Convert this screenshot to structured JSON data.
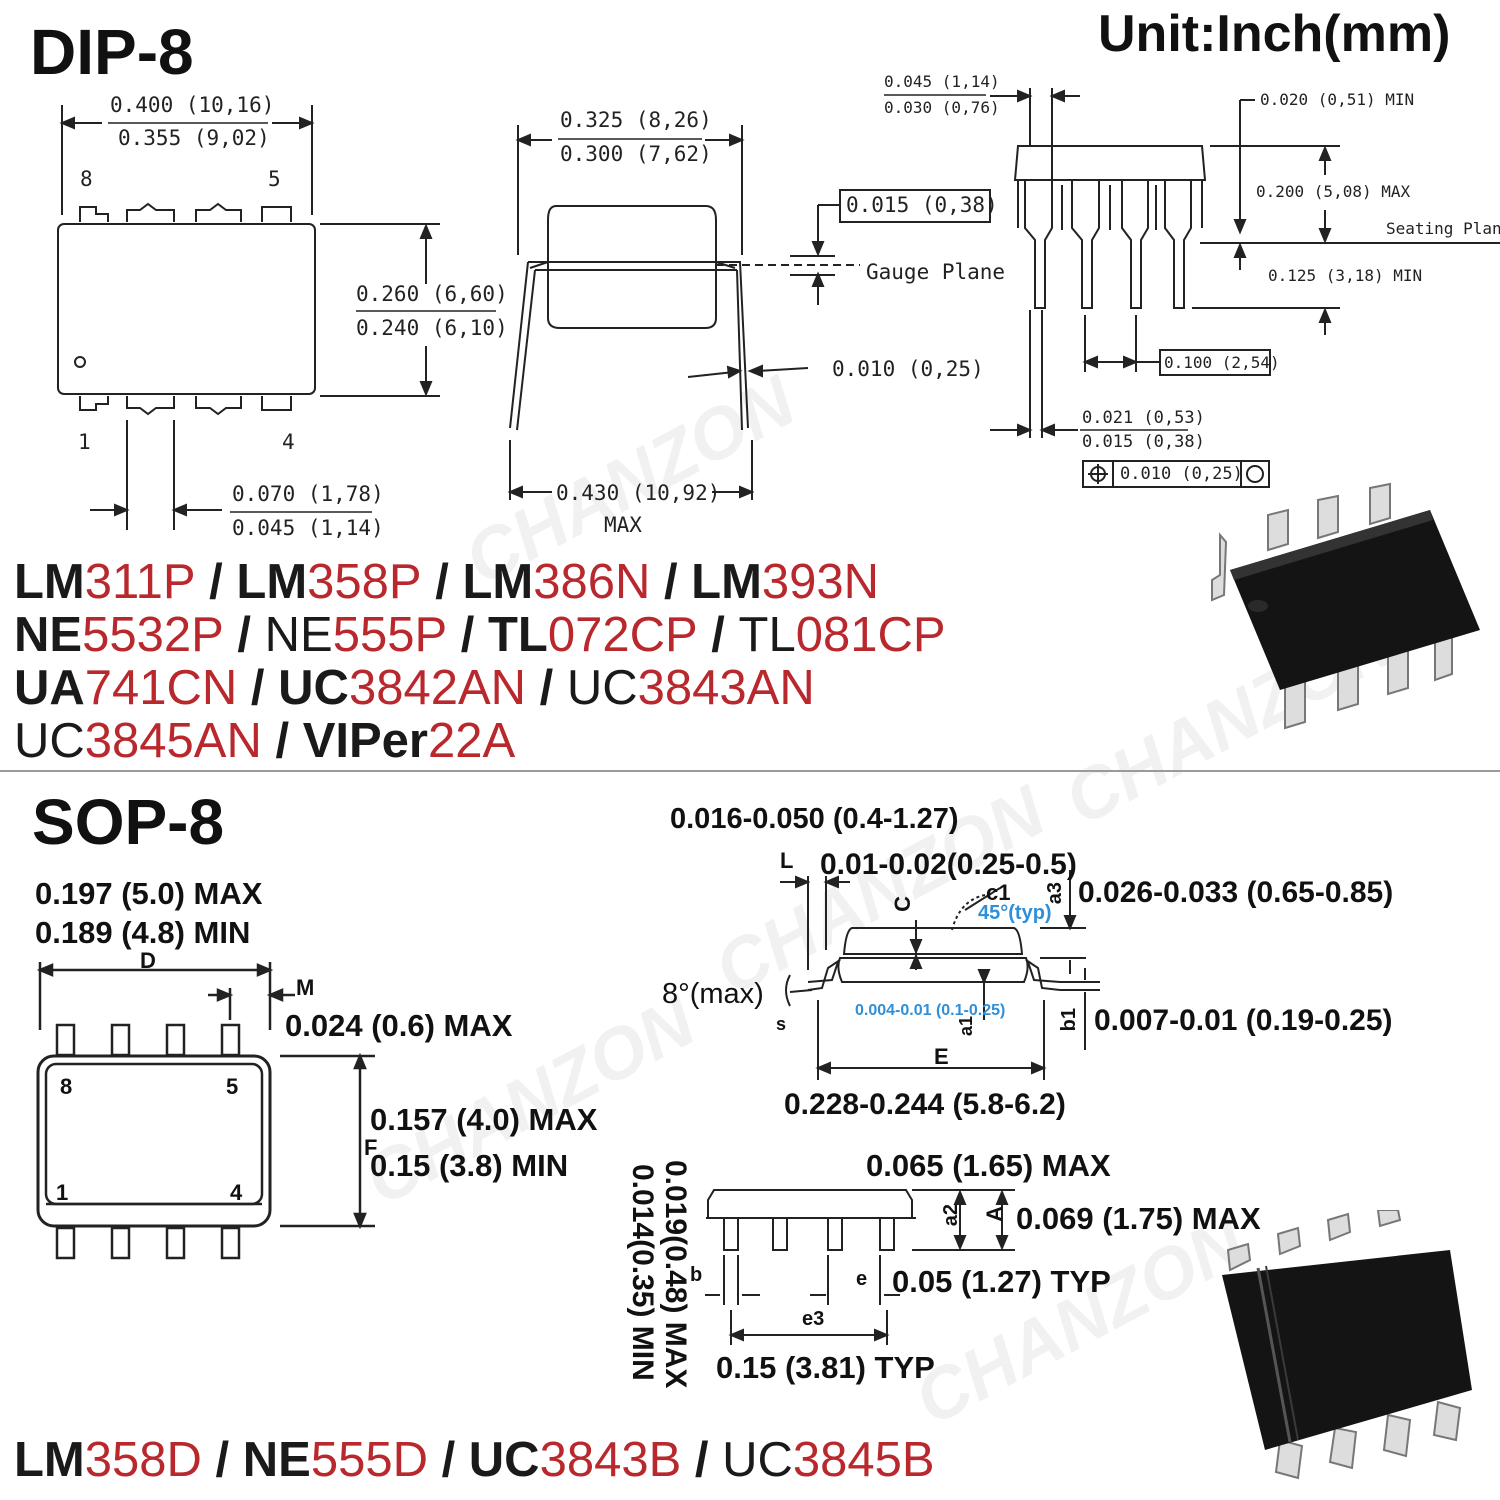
{
  "dip": {
    "title": "DIP-8",
    "unit": "Unit:Inch(mm)",
    "width_max": "0.400 (10,16)",
    "width_min": "0.355 (9,02)",
    "pin8": "8",
    "pin5": "5",
    "pin1": "1",
    "pin4": "4",
    "body_max": "0.260 (6,60)",
    "body_min": "0.240 (6,10)",
    "pitch_max": "0.070 (1,78)",
    "pitch_min": "0.045 (1,14)",
    "row_max": "0.325 (8,26)",
    "row_min": "0.300 (7,62)",
    "gauge_val": "0.015 (0,38)",
    "gauge_label": "Gauge Plane",
    "lead_thk": "0.010 (0,25)",
    "span": "0.430 (10,92)",
    "span_note": "MAX",
    "shoulder_max": "0.045 (1,14)",
    "shoulder_min": "0.030 (0,76)",
    "standoff": "0.020 (0,51) MIN",
    "height": "0.200 (5,08) MAX",
    "seating": "Seating Plane",
    "lead_len": "0.125 (3,18) MIN",
    "pitch": "0.100 (2,54)",
    "lead_w_max": "0.021 (0,53)",
    "lead_w_min": "0.015 (0,38)",
    "tolerance": "0.010 (0,25)",
    "parts": [
      [
        {
          "t": "LM",
          "k": "c"
        },
        {
          "t": "311P",
          "k": "r"
        },
        {
          "t": " / ",
          "k": "c"
        },
        {
          "t": "LM",
          "k": "c"
        },
        {
          "t": "358P",
          "k": "r"
        },
        {
          "t": " / ",
          "k": "c"
        },
        {
          "t": "LM",
          "k": "c"
        },
        {
          "t": "386N",
          "k": "r"
        },
        {
          "t": " / ",
          "k": "c"
        },
        {
          "t": "LM",
          "k": "c"
        },
        {
          "t": "393N",
          "k": "r"
        }
      ],
      [
        {
          "t": "NE",
          "k": "c"
        },
        {
          "t": "5532P",
          "k": "r"
        },
        {
          "t": " / ",
          "k": "c"
        },
        {
          "t": "NE",
          "k": "n"
        },
        {
          "t": "555P",
          "k": "r"
        },
        {
          "t": " / ",
          "k": "c"
        },
        {
          "t": "TL",
          "k": "c"
        },
        {
          "t": "072CP",
          "k": "r"
        },
        {
          "t": " / ",
          "k": "c"
        },
        {
          "t": "TL",
          "k": "n"
        },
        {
          "t": "081CP",
          "k": "r"
        }
      ],
      [
        {
          "t": "UA",
          "k": "c"
        },
        {
          "t": "741CN",
          "k": "r"
        },
        {
          "t": " / ",
          "k": "c"
        },
        {
          "t": "UC",
          "k": "c"
        },
        {
          "t": "3842AN",
          "k": "r"
        },
        {
          "t": " / ",
          "k": "c"
        },
        {
          "t": "UC",
          "k": "n"
        },
        {
          "t": "3843AN",
          "k": "r"
        }
      ],
      [
        {
          "t": "UC",
          "k": "n"
        },
        {
          "t": "3845AN",
          "k": "r"
        },
        {
          "t": " / ",
          "k": "c"
        },
        {
          "t": "VIPer",
          "k": "c"
        },
        {
          "t": "22A",
          "k": "r"
        }
      ]
    ]
  },
  "sop": {
    "title": "SOP-8",
    "len_max": "0.197 (5.0) MAX",
    "len_min": "0.189 (4.8) MIN",
    "d_label": "D",
    "m_label": "M",
    "m_val": "0.024 (0.6) MAX",
    "width_max": "0.157 (4.0) MAX",
    "width_min": "0.15 (3.8) MIN",
    "f_label": "F",
    "pin8": "8",
    "pin5": "5",
    "pin1": "1",
    "pin4": "4",
    "foot_range": "0.016-0.050 (0.4-1.27)",
    "l_label": "L",
    "chamfer": "0.01-0.02(0.25-0.5)",
    "c1_label": "c1",
    "angle45": "45°(typ)",
    "a3_label": "a3",
    "a3_val": "0.026-0.033 (0.65-0.85)",
    "c_label": "C",
    "angle8": "8°(max)",
    "s_label": "s",
    "a1_val": "0.004-0.01 (0.1-0.25)",
    "a1_label": "a1",
    "b1_label": "b1",
    "b1_val": "0.007-0.01 (0.19-0.25)",
    "e_label": "E",
    "e_val": "0.228-0.244 (5.8-6.2)",
    "a2_val": "0.065 (1.65) MAX",
    "a2_label": "a2",
    "a_label": "A",
    "a_val": "0.069 (1.75) MAX",
    "b_max": "0.019(0.48) MAX",
    "b_min": "0.014(0.35) MIN",
    "b_label": "b",
    "e_pitch_label": "e",
    "e_pitch": "0.05 (1.27) TYP",
    "e3_label": "e3",
    "e3_val": "0.15 (3.81) TYP",
    "parts": [
      [
        {
          "t": "LM",
          "k": "c"
        },
        {
          "t": "358D",
          "k": "r"
        },
        {
          "t": " / ",
          "k": "c"
        },
        {
          "t": "NE",
          "k": "c"
        },
        {
          "t": "555D",
          "k": "r"
        },
        {
          "t": " / ",
          "k": "c"
        },
        {
          "t": "UC",
          "k": "c"
        },
        {
          "t": "3843B",
          "k": "r"
        },
        {
          "t": " / ",
          "k": "c"
        },
        {
          "t": "UC",
          "k": "n"
        },
        {
          "t": "3845B",
          "k": "r"
        }
      ]
    ]
  },
  "watermark": "CHANZON"
}
